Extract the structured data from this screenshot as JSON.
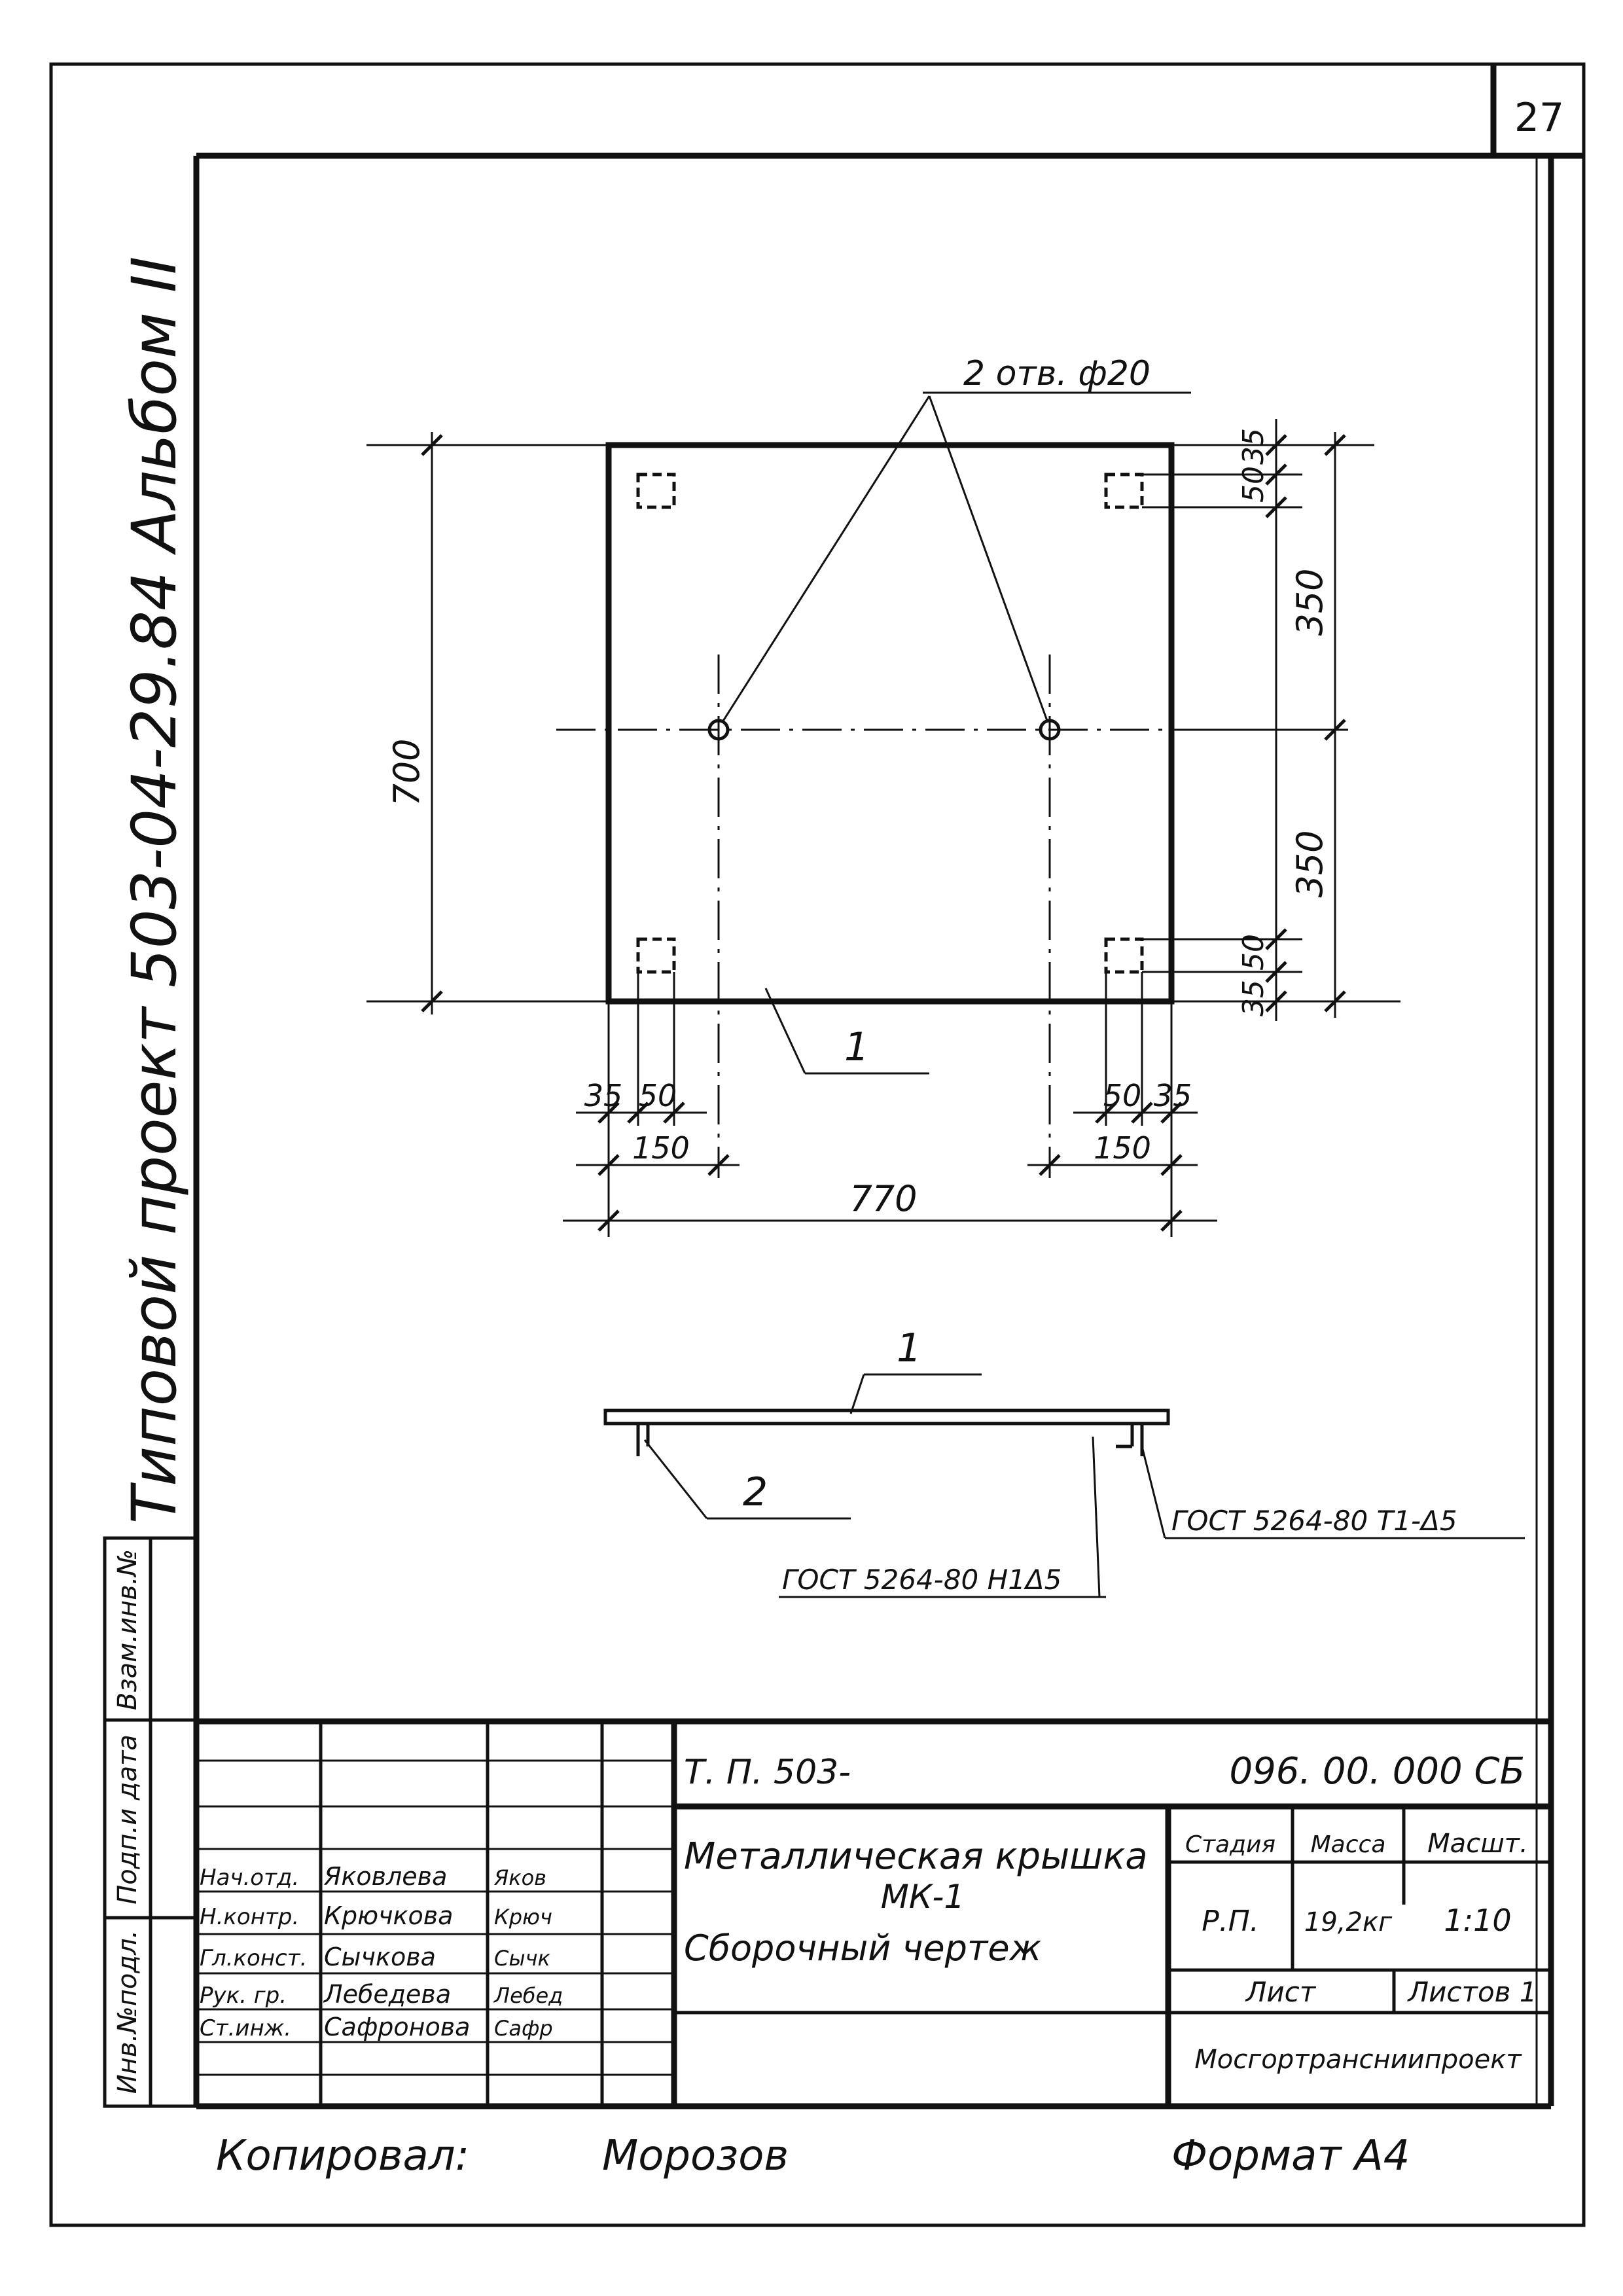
{
  "sheet": {
    "number": "27",
    "copied_by_label": "Копировал:",
    "copied_by_signature": "Морозов",
    "format": "Формат А4"
  },
  "side_title": {
    "text": "Типовой проект 503-04-29.84 Альбом II"
  },
  "binding_strip": {
    "cells": [
      "Инв.№подл.",
      "Подп.и дата",
      "Взам.инв.№"
    ]
  },
  "drawing": {
    "callout_holes": "2 отв. ф20",
    "dim_700": "700",
    "dim_350_top": "350",
    "dim_350_bottom": "350",
    "dim_35_tr": "35",
    "dim_50_tr": "50",
    "dim_50_br": "50",
    "dim_35_br": "35",
    "dim_35_bl": "35",
    "dim_50_bl": "50",
    "dim_150_l": "150",
    "dim_50_bc": "50",
    "dim_35_bc": "35",
    "dim_150_r": "150",
    "dim_770": "770",
    "pos_1_plan": "1",
    "pos_1_section": "1",
    "pos_2_section": "2",
    "weld_left": "ГОСТ 5264-80 Н1Δ5",
    "weld_right": "ГОСТ 5264-80 Т1-Δ5"
  },
  "title_block": {
    "designation_prefix": "Т. П. 503-",
    "designation": "096. 00. 000 СБ",
    "name_line1": "Металлическая крышка",
    "name_line2": "МК-1",
    "name_line3": "Сборочный чертеж",
    "col_stage": "Стадия",
    "col_mass": "Масса",
    "col_scale": "Масшт.",
    "stage": "Р.П.",
    "mass": "19,2кг",
    "scale": "1:10",
    "sheet_label": "Лист",
    "sheets_label": "Листов 1",
    "organization": "Мосгортрансниипроект",
    "signatures": [
      {
        "role": "Нач.отд.",
        "name": "Яковлева",
        "sign": "Яков"
      },
      {
        "role": "Н.контр.",
        "name": "Крючкова",
        "sign": "Крюч"
      },
      {
        "role": "Гл.конст.",
        "name": "Сычкова",
        "sign": "Сычк"
      },
      {
        "role": "Рук. гр.",
        "name": "Лебедева",
        "sign": "Лебед"
      },
      {
        "role": "Ст.инж.",
        "name": "Сафронова",
        "sign": "Сафр"
      }
    ]
  }
}
